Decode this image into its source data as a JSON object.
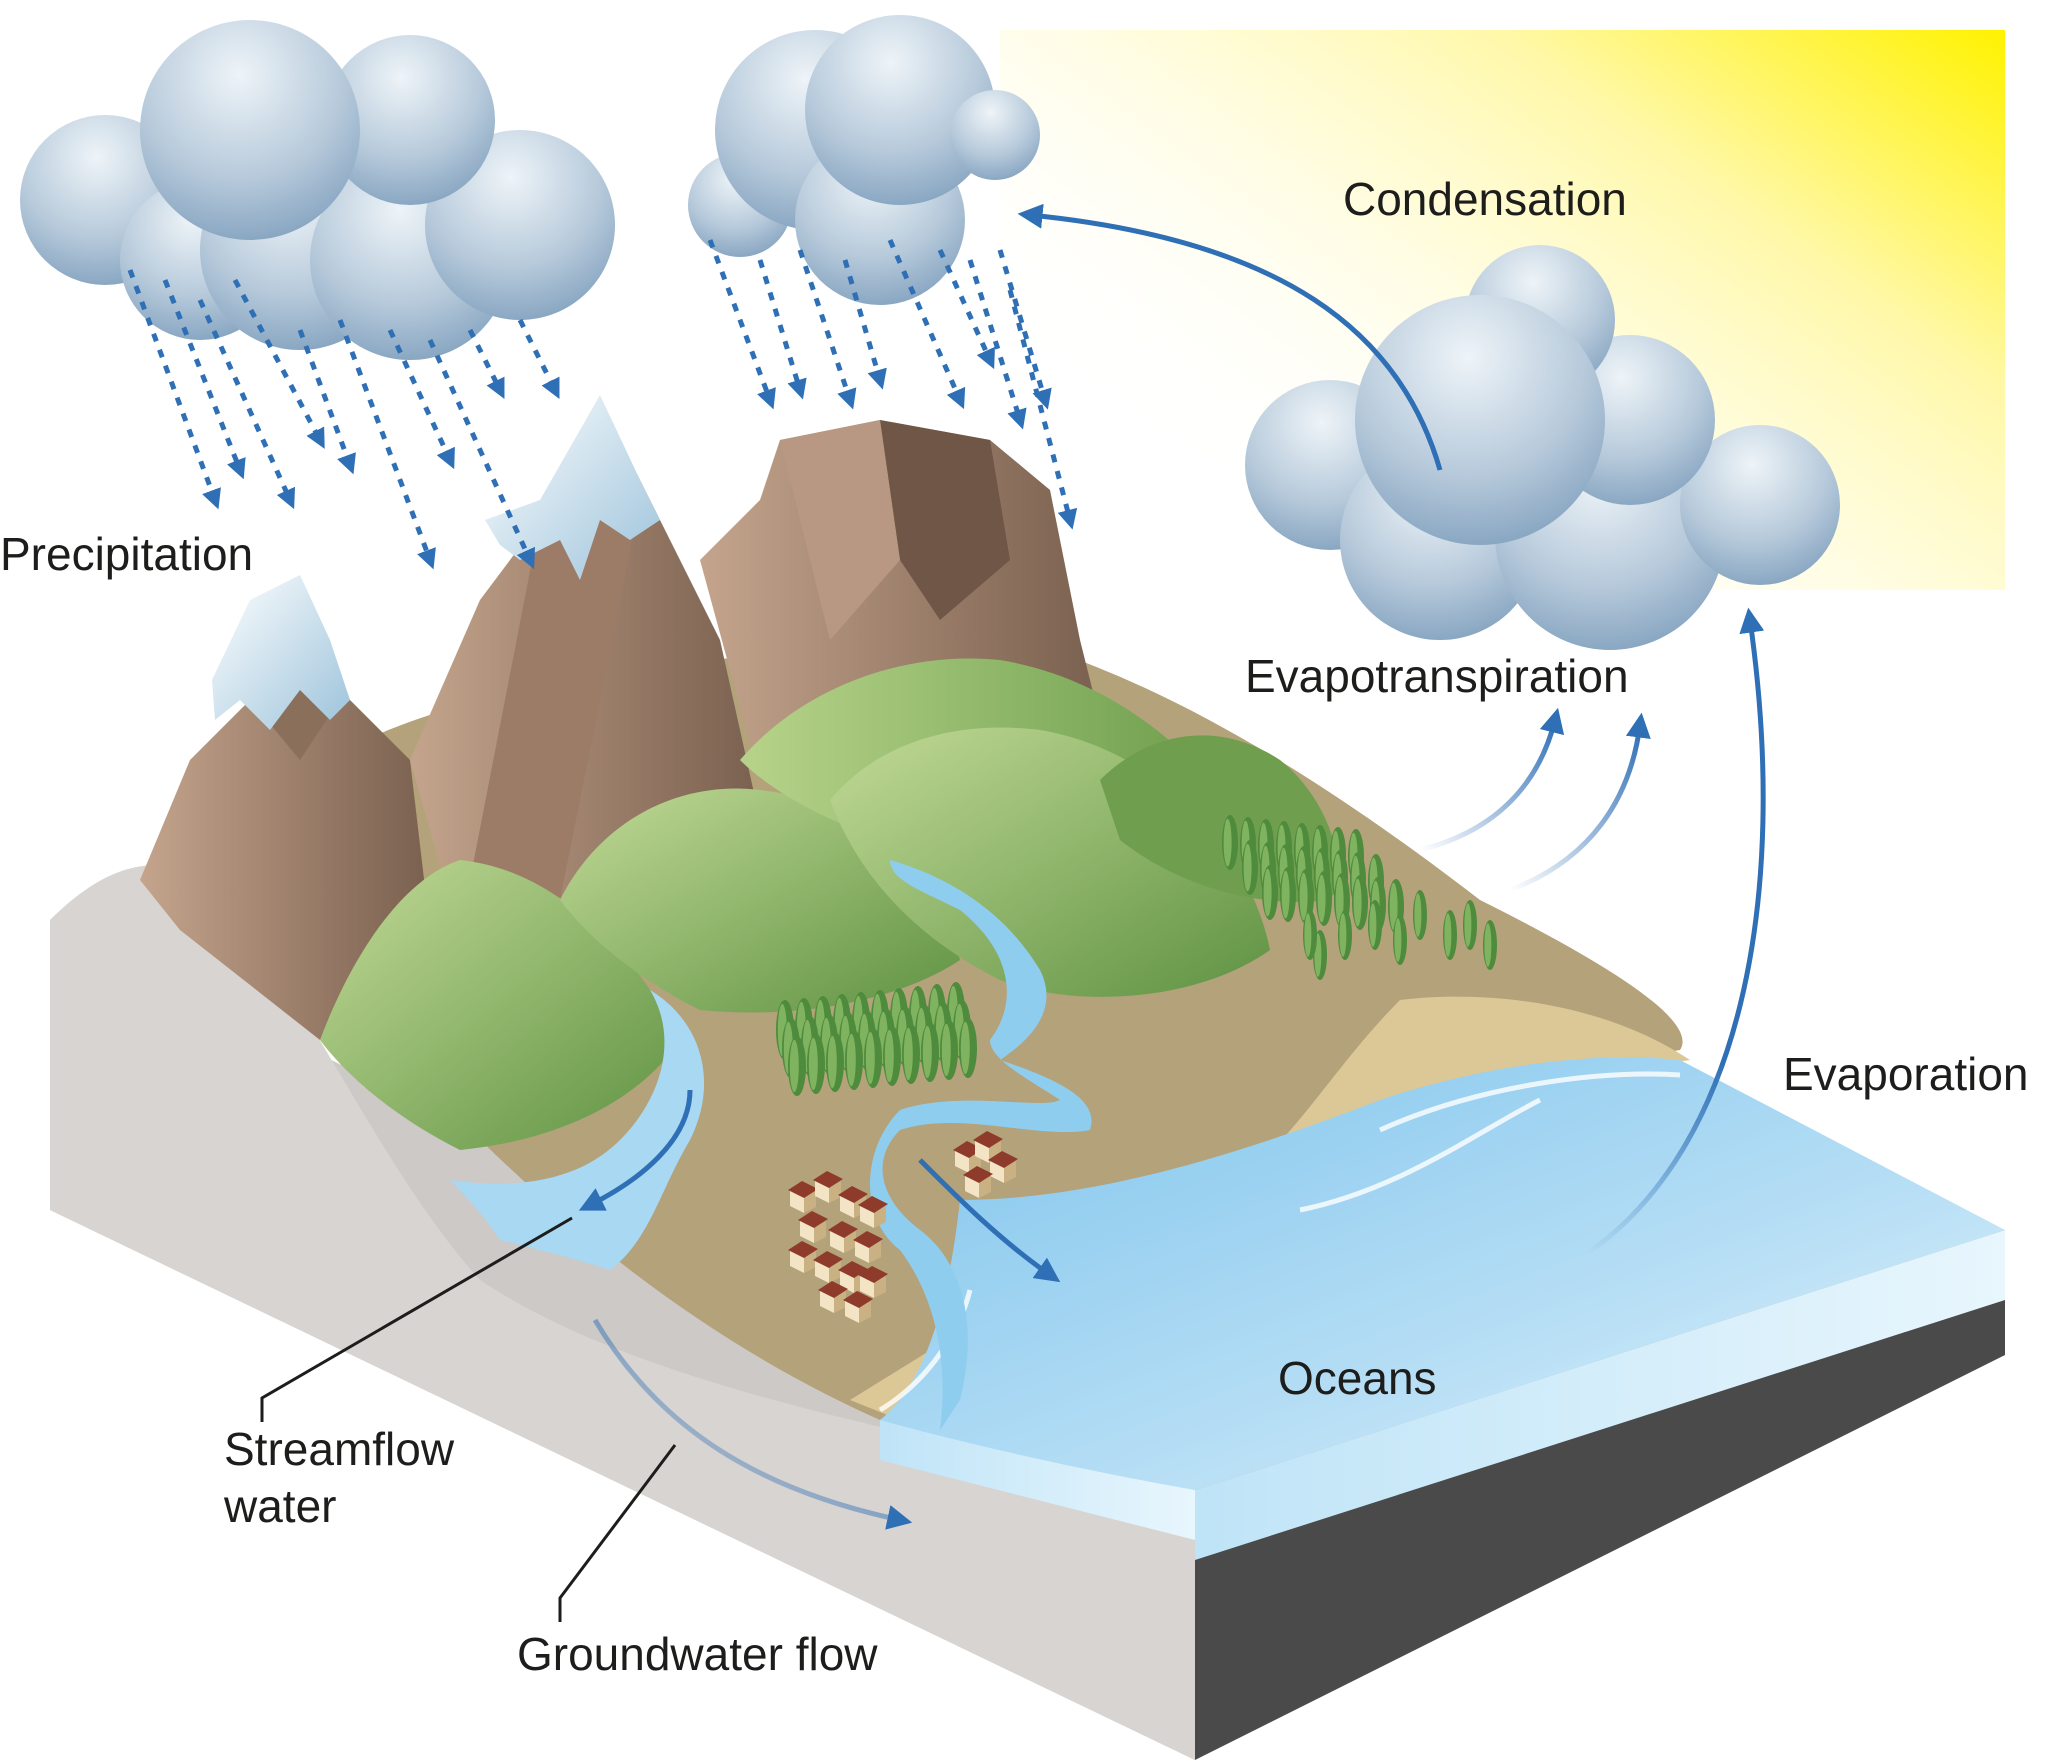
{
  "labels": {
    "precipitation": "Precipitation",
    "condensation": "Condensation",
    "evapotranspiration": "Evapotranspiration",
    "evaporation": "Evaporation",
    "streamflow_line1": "Streamflow",
    "streamflow_line2": "water",
    "groundwater_flow": "Groundwater flow",
    "oceans": "Oceans"
  },
  "colors": {
    "arrow": "#2f6fb5",
    "cloud_light": "#dfe9f1",
    "cloud_dark": "#7e9dbb",
    "rock_light": "#b8977f",
    "rock_dark": "#6e5646",
    "grass_light": "#a9c97d",
    "grass_dark": "#5e8f41",
    "ground": "#b4a37b",
    "water_light": "#d7eefa",
    "water_dark": "#7cc3ea",
    "soil_side": "#d3cfcc",
    "ocean_side": "#4e4e4e",
    "sun": "#fff200"
  },
  "icons": [
    "cloud-icon",
    "mountain-icon",
    "tree-icon",
    "house-icon",
    "sun-icon",
    "arrow-icon"
  ]
}
